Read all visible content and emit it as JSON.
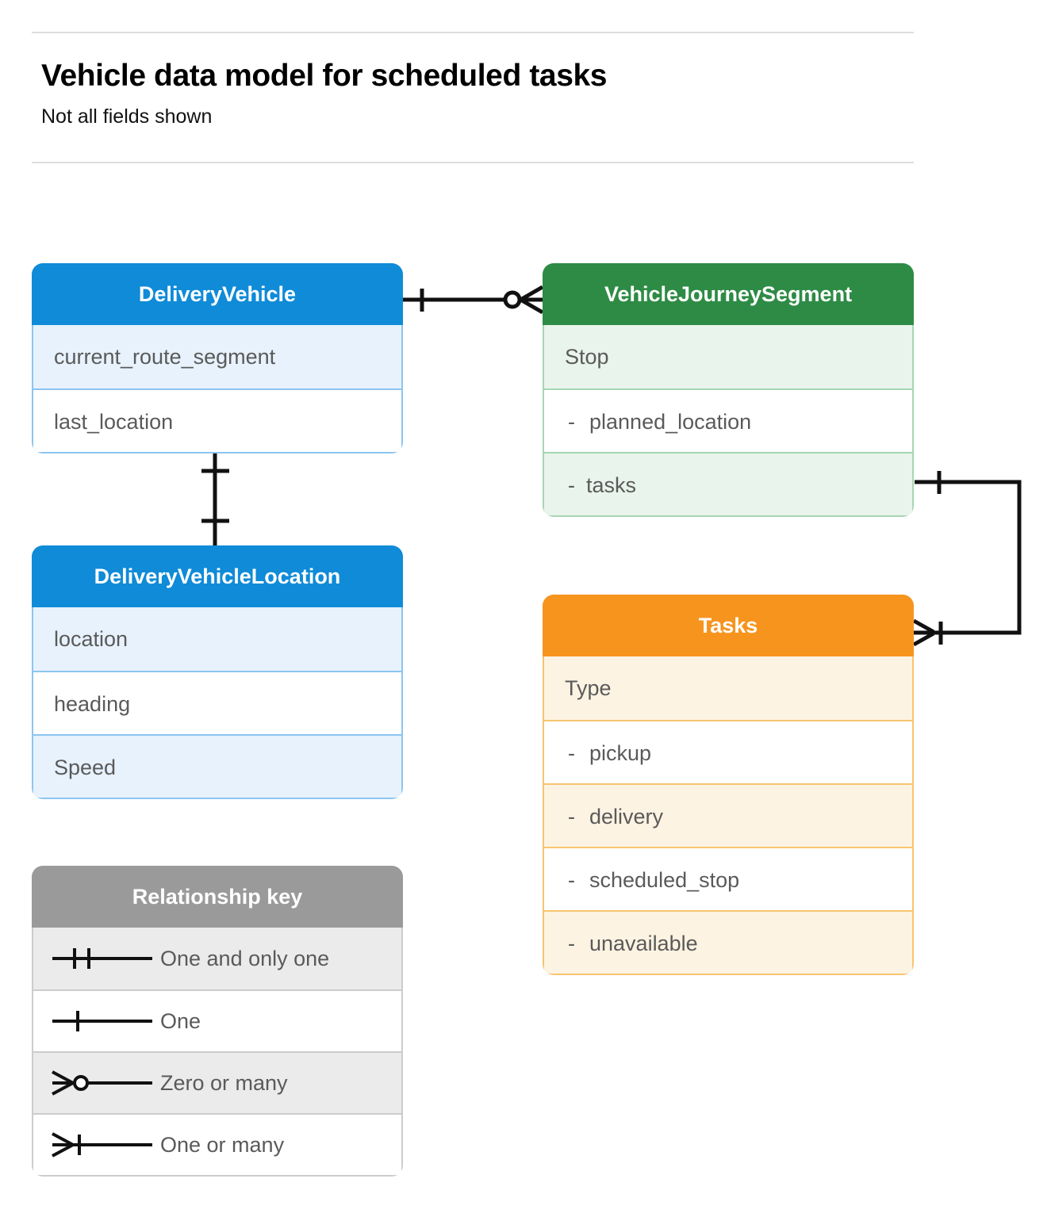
{
  "header": {
    "title": "Vehicle data model for scheduled tasks",
    "subtitle": "Not all fields shown"
  },
  "colors": {
    "blue": "#0f8bd8",
    "blue_row": "#e7f2fd",
    "blue_border": "#8cc5ef",
    "green": "#2e8b45",
    "green_row": "#e8f4ec",
    "green_border": "#a7d6b3",
    "orange": "#f7941e",
    "orange_row": "#fdf3e2",
    "orange_border": "#f8c470",
    "gray": "#9a9a9a",
    "gray_row": "#ebebeb",
    "gray_border": "#cccccc",
    "text": "#5a5a5a",
    "line": "#111111",
    "rule": "#dddddd"
  },
  "entities": {
    "delivery_vehicle": {
      "title": "DeliveryVehicle",
      "rows": [
        {
          "label": "current_route_segment"
        },
        {
          "label": "last_location"
        }
      ]
    },
    "delivery_vehicle_location": {
      "title": "DeliveryVehicleLocation",
      "rows": [
        {
          "label": "location"
        },
        {
          "label": "heading"
        },
        {
          "label": "Speed"
        }
      ]
    },
    "vehicle_journey_segment": {
      "title": "VehicleJourneySegment",
      "rows": [
        {
          "label": "Stop"
        },
        {
          "dash": "-",
          "label": "planned_location"
        },
        {
          "dash": "-",
          "label": "tasks"
        }
      ]
    },
    "tasks": {
      "title": "Tasks",
      "rows": [
        {
          "label": "Type"
        },
        {
          "dash": "-",
          "label": "pickup"
        },
        {
          "dash": "-",
          "label": "delivery"
        },
        {
          "dash": "-",
          "label": "scheduled_stop"
        },
        {
          "dash": "-",
          "label": "unavailable"
        }
      ]
    }
  },
  "legend": {
    "title": "Relationship key",
    "rows": [
      {
        "symbol": "one-and-only-one-icon",
        "label": "One and only one"
      },
      {
        "symbol": "one-icon",
        "label": "One"
      },
      {
        "symbol": "zero-or-many-icon",
        "label": "Zero or many"
      },
      {
        "symbol": "one-or-many-icon",
        "label": "One or many"
      }
    ]
  },
  "relationships": [
    {
      "from": "DeliveryVehicle",
      "to": "VehicleJourneySegment",
      "from_cardinality": "One",
      "to_cardinality": "Zero or many"
    },
    {
      "from": "DeliveryVehicle",
      "to": "DeliveryVehicleLocation",
      "from_cardinality": "One",
      "to_cardinality": "One"
    },
    {
      "from": "VehicleJourneySegment.tasks",
      "to": "Tasks",
      "from_cardinality": "One",
      "to_cardinality": "One or many"
    }
  ]
}
